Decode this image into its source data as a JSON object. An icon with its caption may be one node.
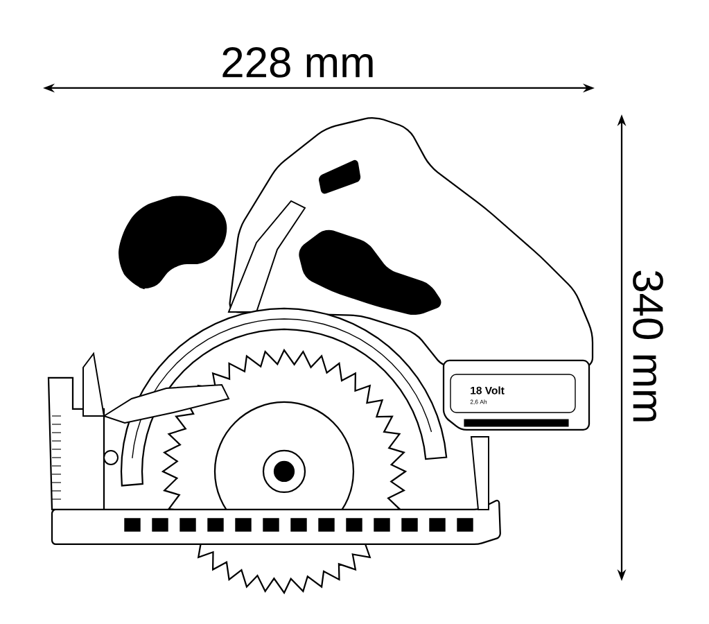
{
  "diagram": {
    "labels": [
      "228 mm",
      "340 mm",
      "18 Volt",
      "2,6 Ah"
    ]
  }
}
